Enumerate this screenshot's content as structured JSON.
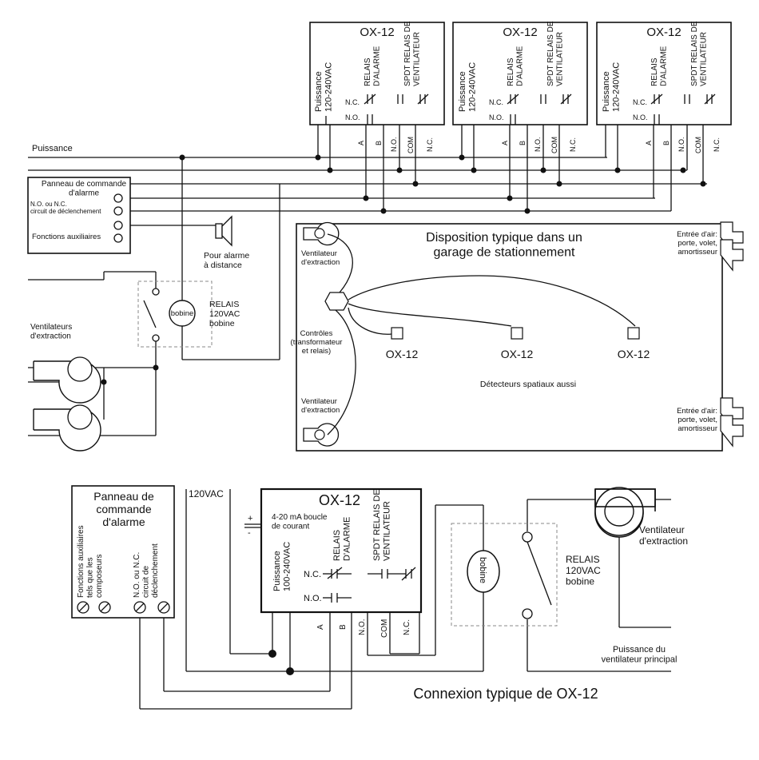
{
  "top": {
    "modules": [
      {
        "title": "OX-12",
        "power_label": "Puissance\n120-240VAC",
        "alarm_relay_label": "RELAIS\nD'ALARME",
        "fan_relay_label": "SPDT RELAIS DE\nVENTILATEUR",
        "nc": "N.C.",
        "no": "N.O.",
        "terminals": [
          "A",
          "B",
          "N.O.",
          "COM",
          "N.C."
        ]
      },
      {
        "title": "OX-12",
        "power_label": "Puissance\n120-240VAC",
        "alarm_relay_label": "RELAIS\nD'ALARME",
        "fan_relay_label": "SPDT RELAIS DE\nVENTILATEUR",
        "nc": "N.C.",
        "no": "N.O.",
        "terminals": [
          "A",
          "B",
          "N.O.",
          "COM",
          "N.C."
        ]
      },
      {
        "title": "OX-12",
        "power_label": "Puissance\n120-240VAC",
        "alarm_relay_label": "RELAIS\nD'ALARME",
        "fan_relay_label": "SPDT RELAIS DE\nVENTILATEUR",
        "nc": "N.C.",
        "no": "N.O.",
        "terminals": [
          "A",
          "B",
          "N.O.",
          "COM",
          "N.C."
        ]
      }
    ],
    "power_line_label": "Puissance",
    "alarm_panel": {
      "title": "Panneau de commande\nd'alarme",
      "trigger_label": "N.O. ou N.C.\ncircuit de déclenchement",
      "aux_label": "Fonctions auxiliaires"
    },
    "remote_alarm_label": "Pour alarme\nà distance",
    "relay_label": "RELAIS\n120VAC\nbobine",
    "coil_label": "bobine",
    "exhaust_fans_label": "Ventilateurs\nd'extraction"
  },
  "garage": {
    "title": "Disposition typique dans un\ngarage de stationnement",
    "fan_top_label": "Ventilateur\nd'extraction",
    "fan_bottom_label": "Ventilateur\nd'extraction",
    "controls_label": "Contrôles\n(transformateur\net relais)",
    "detectors": [
      "OX-12",
      "OX-12",
      "OX-12"
    ],
    "spatial_label": "Détecteurs spatiaux aussi",
    "air_inlet_top": "Entrée d'air:\nporte, volet,\namortisseur",
    "air_inlet_bottom": "Entrée d'air:\nporte, volet,\namortisseur"
  },
  "bottom": {
    "panel_title": "Panneau de\ncommande\nd'alarme",
    "panel_aux_label": "Fonctions auxiliaires\ntels que les\ncomposeurs",
    "panel_trigger_label": "N.O. ou N.C.\ncircuit de\ndéclenchement",
    "vac_label": "120VAC",
    "module_title": "OX-12",
    "plus": "+",
    "minus": "-",
    "current_loop_label": "4-20 mA boucle\nde courant",
    "power_label": "Puissance\n100-240VAC",
    "alarm_relay_label": "RELAIS\nD'ALARME",
    "fan_relay_label": "SPDT RELAIS DE\nVENTILATEUR",
    "nc": "N.C.",
    "no": "N.O.",
    "terminals": [
      "A",
      "B",
      "N.O.",
      "COM",
      "N.C."
    ],
    "coil_label": "bobine",
    "relay_label": "RELAIS\n120VAC\nbobine",
    "fan_label": "Ventilateur\nd'extraction",
    "main_power_label": "Puissance du\nventilateur principal",
    "caption": "Connexion typique de OX-12"
  }
}
